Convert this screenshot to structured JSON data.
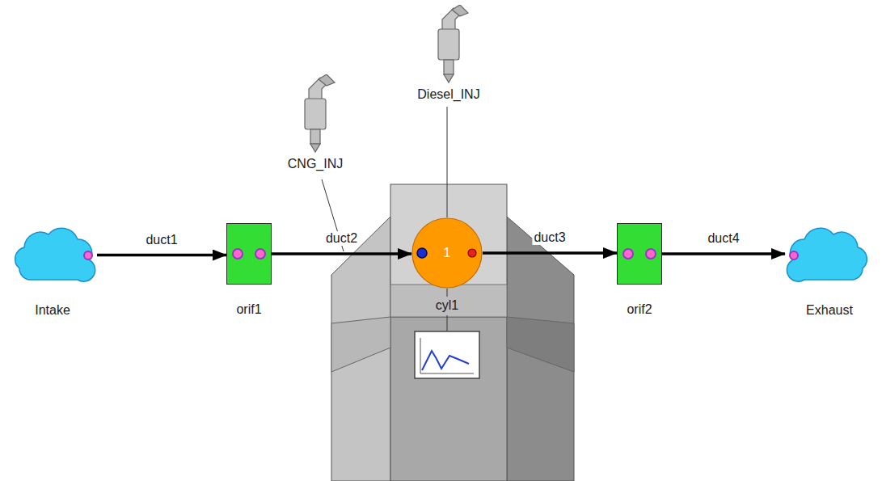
{
  "diagram": {
    "nodes": [
      {
        "text": [
          "Diesel_INJ"
        ]
      },
      {
        "text": [
          "CNG_INJ"
        ]
      },
      {
        "text": [
          "Intake"
        ]
      },
      {
        "text": [
          "orif1"
        ]
      },
      {
        "text": [
          "1",
          "cyl1"
        ]
      },
      {
        "text": [
          "orif2"
        ]
      },
      {
        "text": [
          "Exhaust"
        ]
      }
    ],
    "edges": [
      {
        "from": 2,
        "to": 3,
        "label": "duct1",
        "arrow": "to"
      },
      {
        "from": 3,
        "to": 4,
        "label": "duct2",
        "arrow": "to"
      },
      {
        "from": 4,
        "to": 5,
        "label": "duct3",
        "arrow": "to"
      },
      {
        "from": 5,
        "to": 6,
        "label": "duct4",
        "arrow": "to"
      },
      {
        "from": 0,
        "to": 4,
        "arrow": "none"
      }
    ]
  }
}
